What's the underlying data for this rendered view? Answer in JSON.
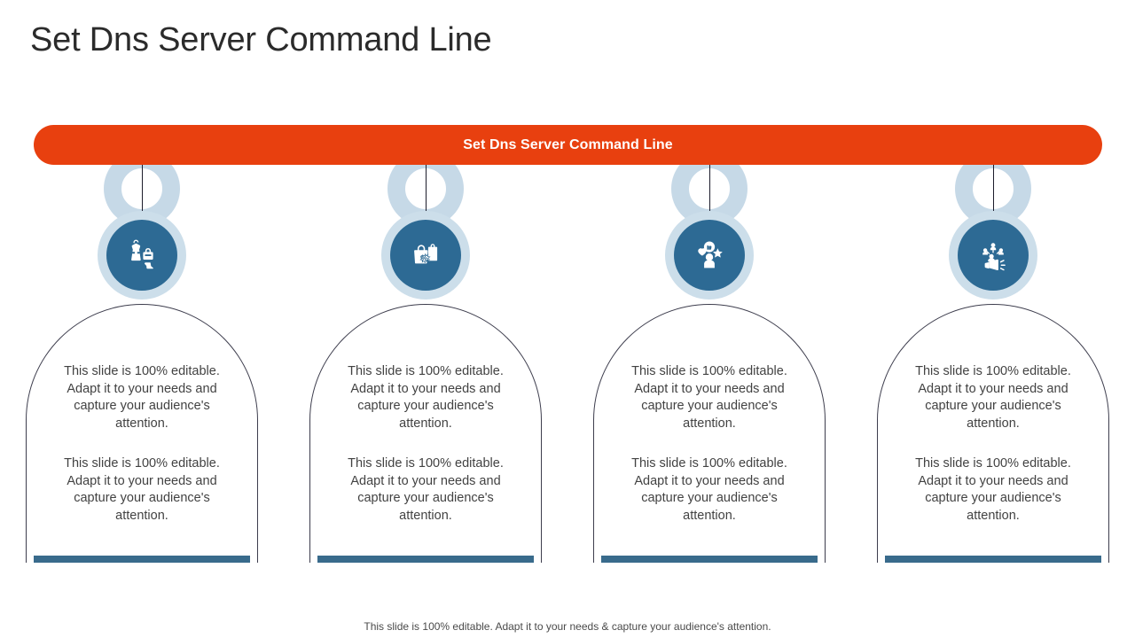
{
  "page_title": "Set Dns Server Command Line",
  "banner": {
    "label": "Set Dns Server Command Line",
    "color": "#e8400f",
    "text_color": "#ffffff"
  },
  "theme": {
    "icon_disc_color": "#2d6a94",
    "icon_ring_color": "#ccdeea",
    "halo_ring_color": "#c6d9e7",
    "arch_bar_color": "#396b8c",
    "arch_outline_color": "#3d3d4d",
    "body_text_color": "#424242",
    "title_color": "#2b2b2b"
  },
  "columns": [
    {
      "icon": "dress-handbag-heel-icon",
      "paragraph_1": "This slide is 100% editable. Adapt it to your needs and capture your audience's attention.",
      "paragraph_2": "This slide is 100% editable. Adapt it to your needs and capture your audience's attention."
    },
    {
      "icon": "shopping-bags-discount-icon",
      "paragraph_1": "This slide is 100% editable. Adapt it to your needs and capture your audience's attention.",
      "paragraph_2": "This slide is 100% editable. Adapt it to your needs and capture your audience's attention."
    },
    {
      "icon": "customer-feedback-thumbs-up-icon",
      "paragraph_1": "This slide is 100% editable. Adapt it to your needs and capture your audience's attention.",
      "paragraph_2": "This slide is 100% editable. Adapt it to your needs and capture your audience's attention."
    },
    {
      "icon": "megaphone-referral-network-icon",
      "paragraph_1": "This slide is 100% editable. Adapt it to your needs and capture your audience's attention.",
      "paragraph_2": "This slide is 100% editable. Adapt it to your needs and capture your audience's attention."
    }
  ],
  "footer_note": "This slide is 100% editable. Adapt it to your needs & capture your audience's attention."
}
